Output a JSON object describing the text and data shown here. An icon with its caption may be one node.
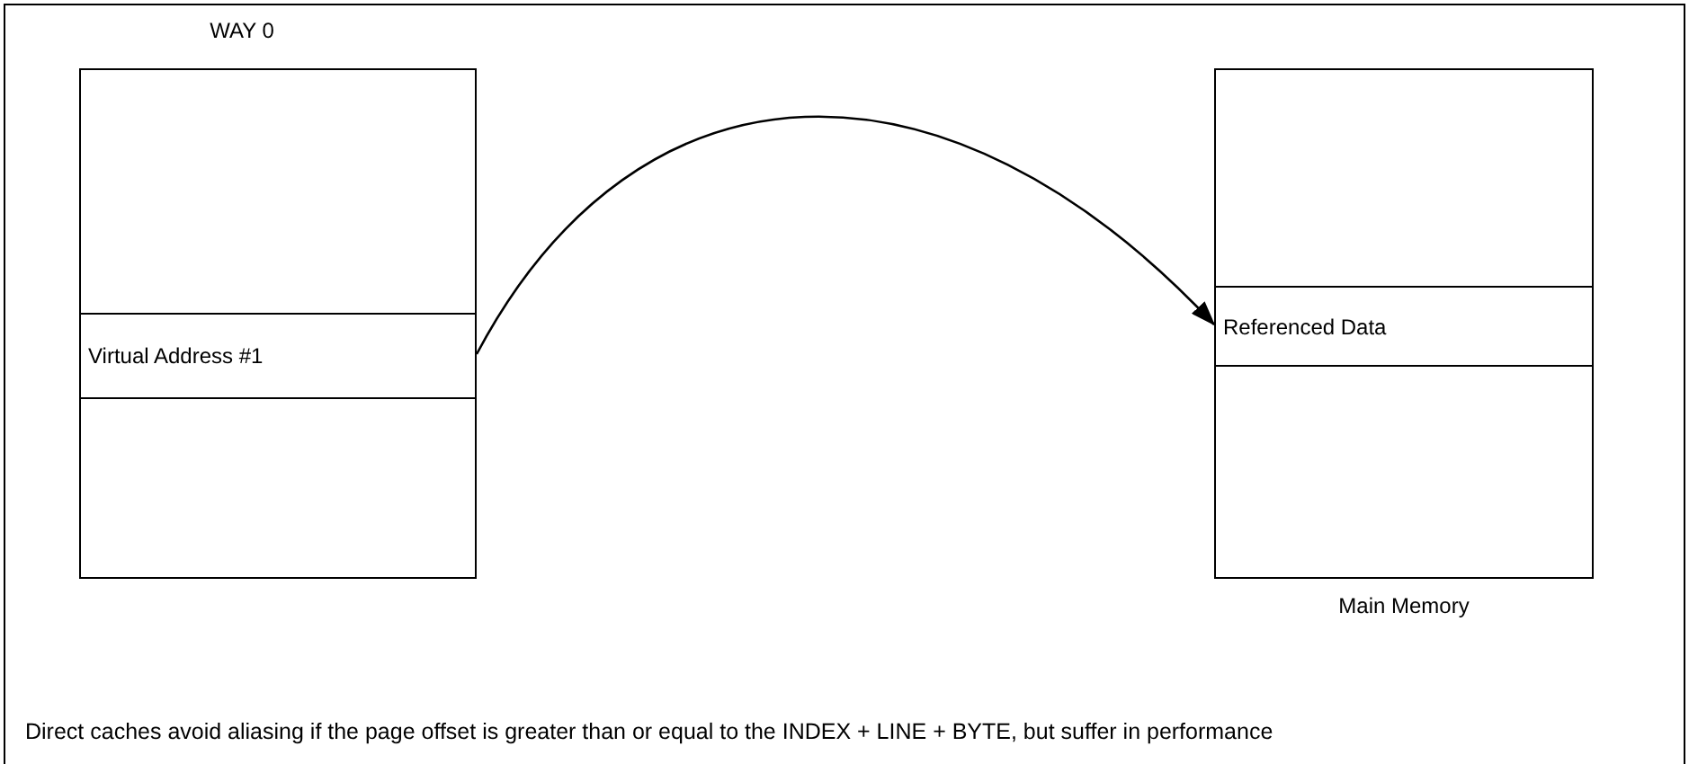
{
  "diagram": {
    "nodes": [
      {
        "text": [
          "WAY 0"
        ]
      },
      {
        "text": [
          "Virtual Address #1"
        ],
        "in": 0
      },
      {
        "text": [
          "Main Memory"
        ]
      },
      {
        "text": [
          "Referenced Data"
        ],
        "in": 2
      }
    ],
    "edges": [
      {
        "from": 1,
        "to": 3,
        "arrow": "to"
      }
    ],
    "labels": [
      "Direct caches avoid aliasing if the page offset is greater than or equal to the INDEX + LINE + BYTE, but suffer in performance"
    ]
  }
}
